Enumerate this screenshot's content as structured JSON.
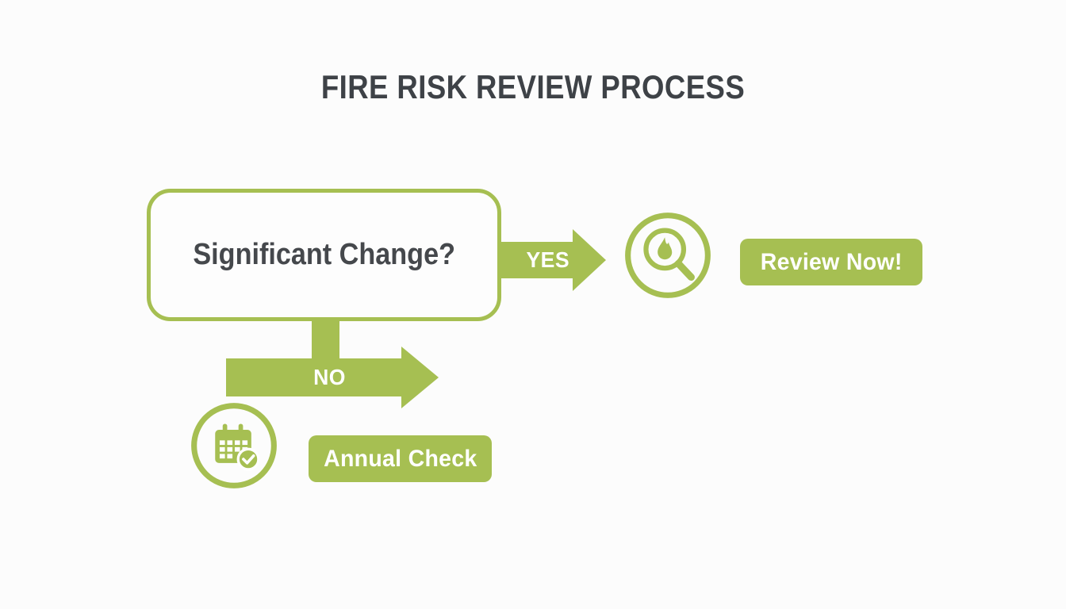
{
  "title": "FIRE RISK REVIEW PROCESS",
  "flowchart": {
    "decision": {
      "label": "Significant Change?"
    },
    "yes_branch": {
      "arrow_label": "YES",
      "icon": "magnifier-flame-icon",
      "action_label": "Review Now!"
    },
    "no_branch": {
      "arrow_label": "NO",
      "icon": "calendar-check-icon",
      "action_label": "Annual Check"
    }
  },
  "colors": {
    "accent_green": "#a6bf52",
    "heading_text": "#3e4247",
    "label_text": "#45484c",
    "background": "#fcfcfc"
  }
}
